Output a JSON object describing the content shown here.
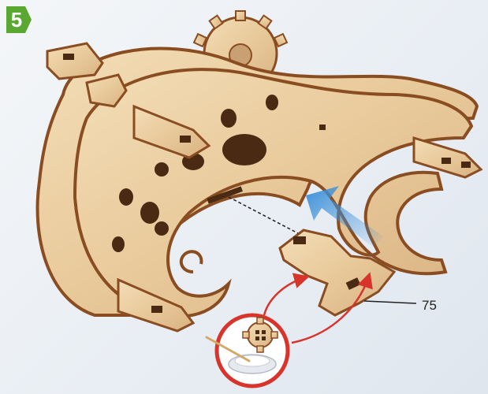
{
  "step": {
    "number": "5",
    "badge_color": "#5aa832"
  },
  "callout": {
    "part_number": "75"
  },
  "colors": {
    "wood": "#e8c99a",
    "wood_edge": "#8a4d22",
    "arrow_blue": "#3b8fd9",
    "glue_arrow_red": "#d9342b"
  },
  "icons": {
    "step_badge": "green-chevron-badge",
    "assembly_arrow": "blue-arrow-icon",
    "glue": "glue-pot-icon",
    "toothpick": "toothpick-icon"
  }
}
